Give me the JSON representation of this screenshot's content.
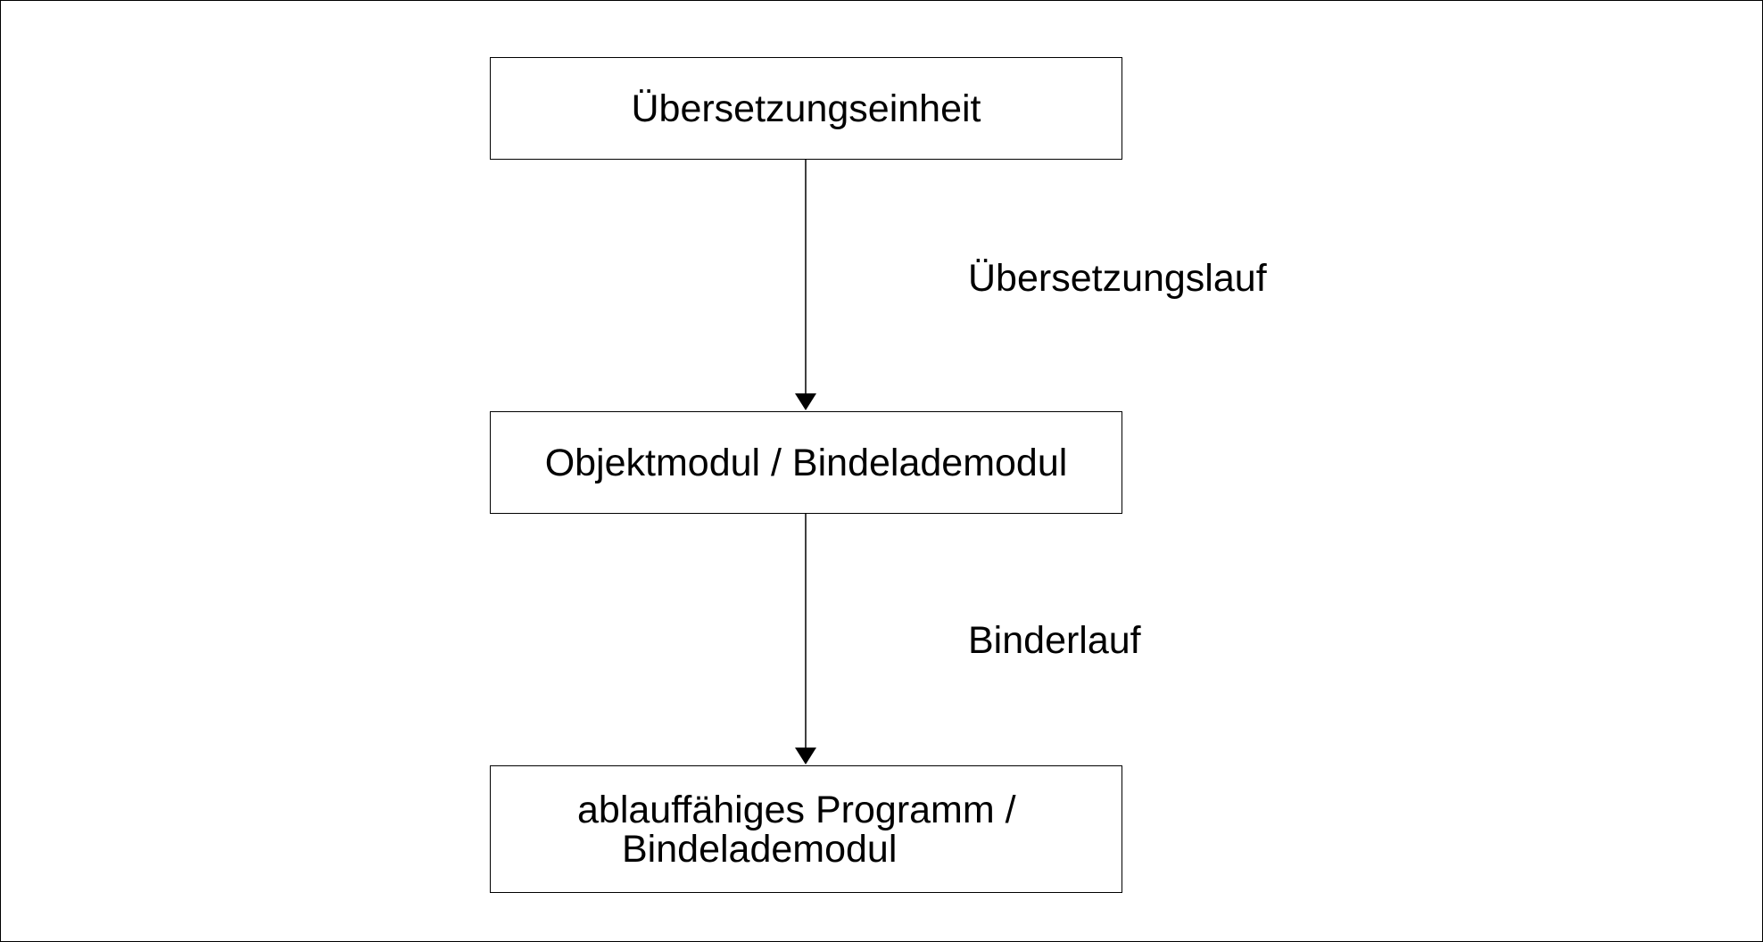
{
  "diagram": {
    "nodes": [
      {
        "id": "uebersetzungseinheit",
        "lines": [
          "Übersetzungseinheit"
        ]
      },
      {
        "id": "objektmodul",
        "lines": [
          "Objektmodul / Bindelademodul"
        ]
      },
      {
        "id": "programm",
        "lines": [
          "ablauffähiges Programm /",
          "Bindelademodul"
        ]
      }
    ],
    "edges": [
      {
        "from": "uebersetzungseinheit",
        "to": "objektmodul",
        "label": "Übersetzungslauf"
      },
      {
        "from": "objektmodul",
        "to": "programm",
        "label": "Binderlauf"
      }
    ],
    "colors": {
      "line": "#000000",
      "background": "#ffffff"
    }
  }
}
